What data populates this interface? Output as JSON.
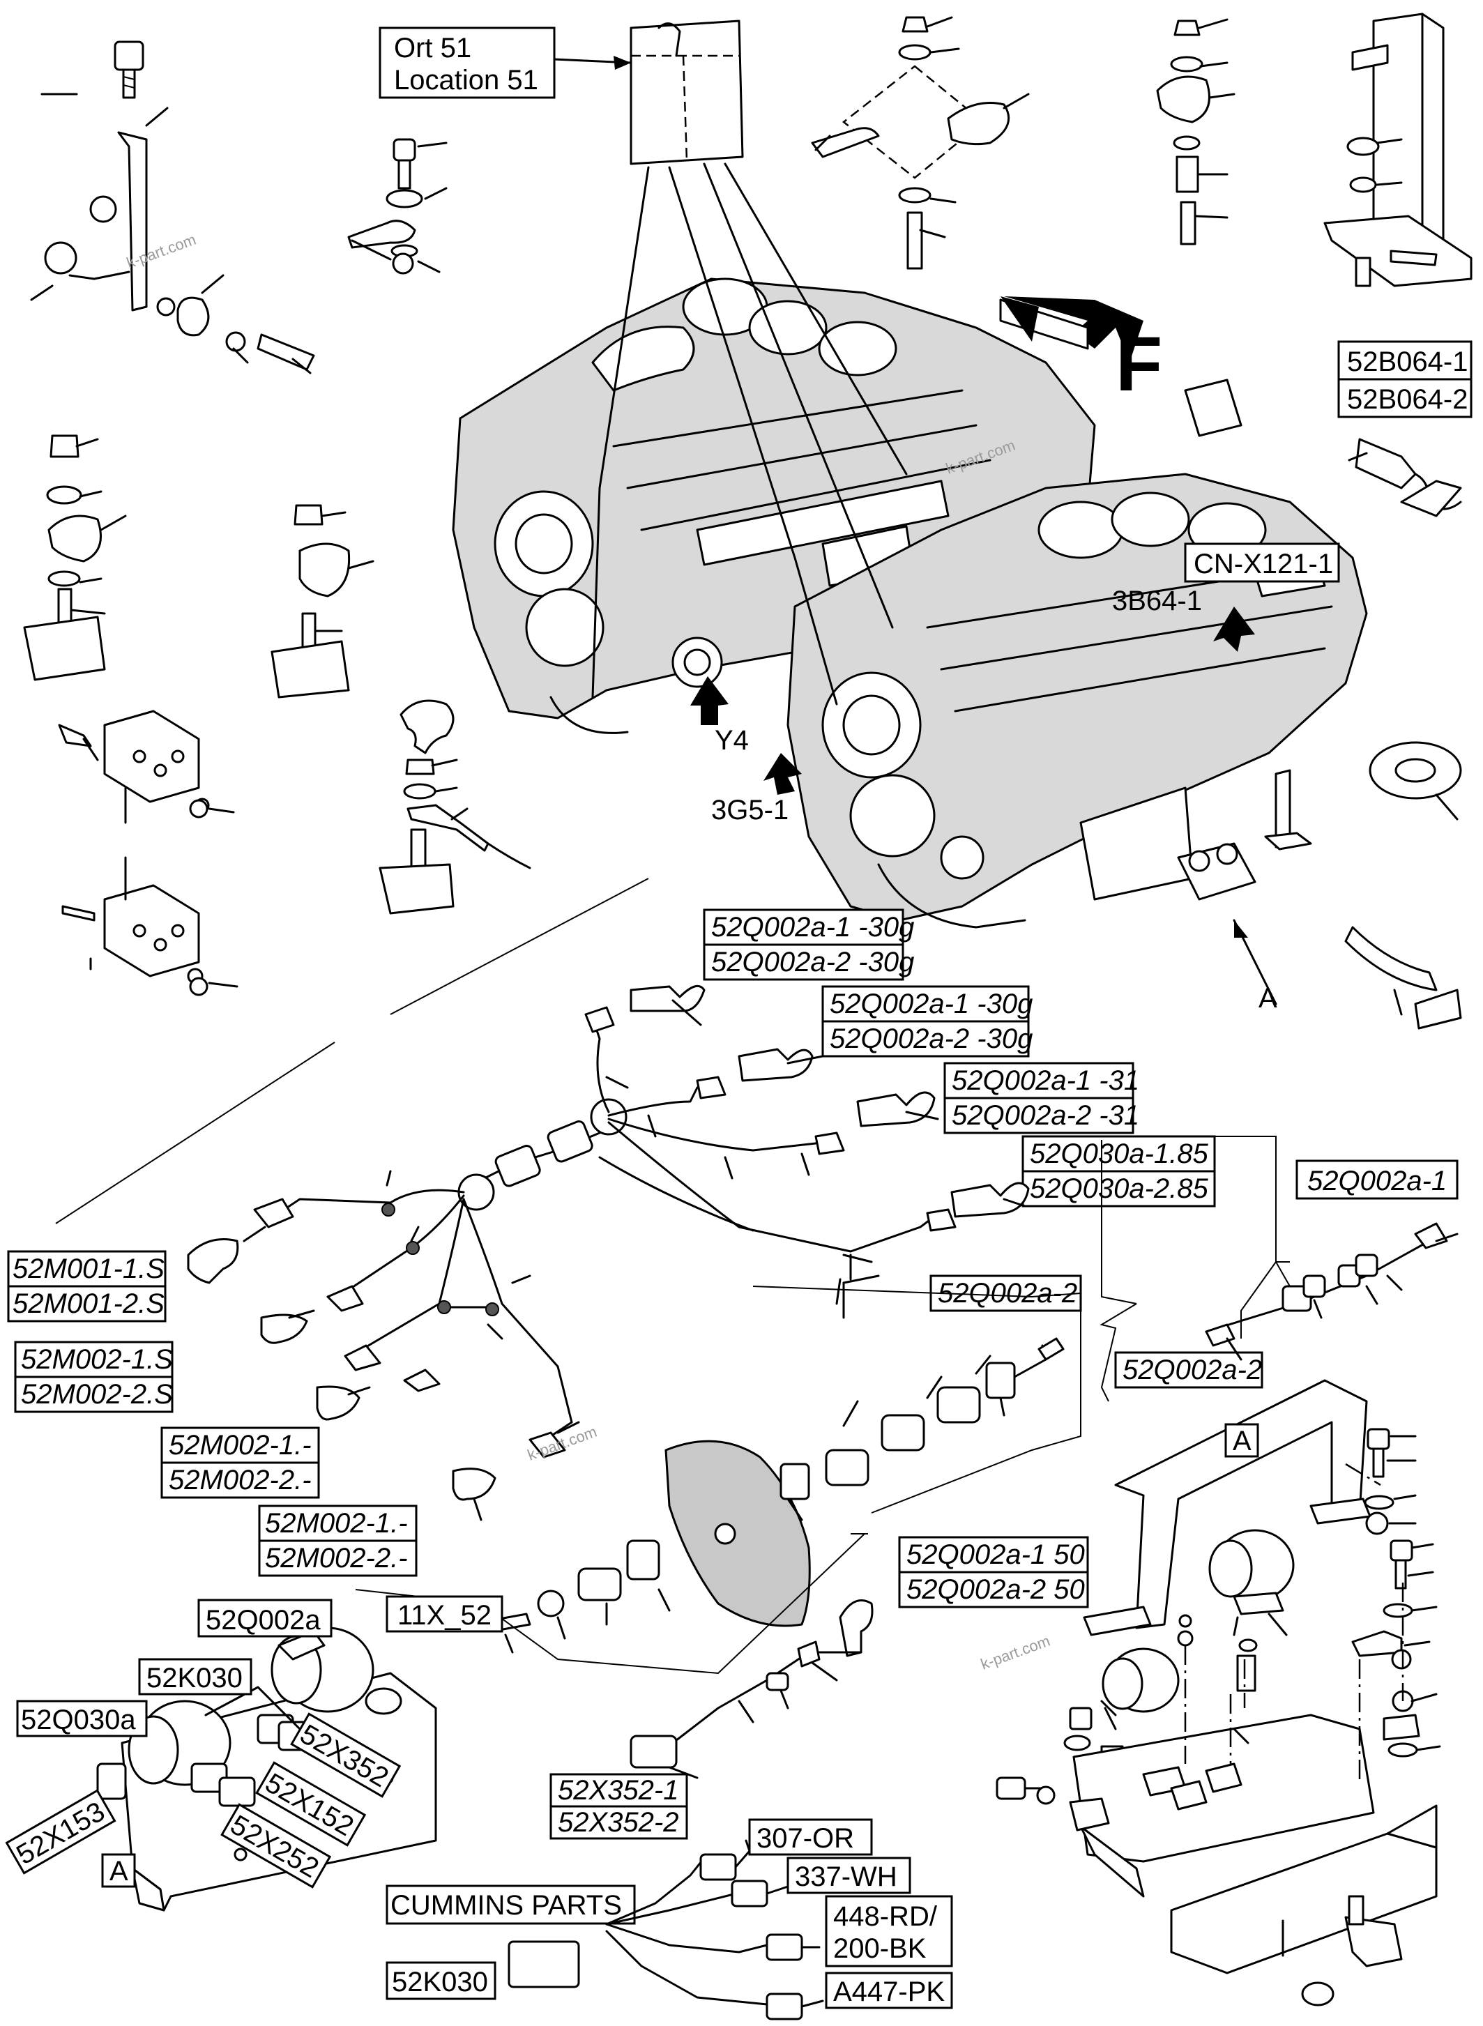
{
  "labels": {
    "location_line1": "Ort 51",
    "location_line2": "Location 51",
    "letter_f": "F",
    "b064_1": "52B064-1",
    "b064_2": "52B064-2",
    "cn_x121": "CN-X121-1",
    "b64": "3B64-1",
    "y4": "Y4",
    "g5": "3G5-1",
    "view_a": "A",
    "q002_30g_1a": "52Q002a-1 -30g",
    "q002_30g_2a": "52Q002a-2 -30g",
    "q002_30g_1b": "52Q002a-1 -30g",
    "q002_30g_2b": "52Q002a-2 -30g",
    "q002_31_1": "52Q002a-1 -31",
    "q002_31_2": "52Q002a-2 -31",
    "q030_185": "52Q030a-1.85",
    "q030_285": "52Q030a-2.85",
    "q002a_1": "52Q002a-1",
    "q002a_2_top": "52Q002a-2",
    "q002a_2_mid": "52Q002a-2",
    "m001_1s": "52M001-1.S",
    "m001_2s": "52M001-2.S",
    "m002_1s": "52M002-1.S",
    "m002_2s": "52M002-2.S",
    "m002_1a": "52M002-1.-",
    "m002_2a": "52M002-2.-",
    "m002_1b": "52M002-1.-",
    "m002_2b": "52M002-2.-",
    "q002_50_1": "52Q002a-1  50",
    "q002_50_2": "52Q002a-2  50",
    "x11_52": "11X_52",
    "q002a": "52Q002a",
    "k030_top": "52K030",
    "q030a": "52Q030a",
    "x153": "52X153",
    "x352": "52X352",
    "x152": "52X152",
    "x252": "52X252",
    "box_a_left": "A",
    "box_a_right": "A",
    "x352_1": "52X352-1",
    "x352_2": "52X352-2",
    "or307": "307-OR",
    "wh337": "337-WH",
    "rd448": "448-RD/",
    "bk200": "200-BK",
    "pk447": "A447-PK",
    "cummins": "CUMMINS PARTS",
    "k030_bottom": "52K030"
  },
  "watermark": "k-part.com"
}
